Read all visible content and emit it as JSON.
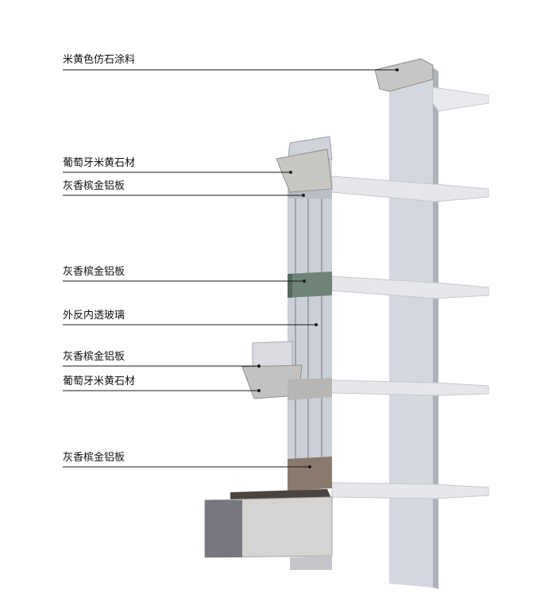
{
  "annotations": [
    {
      "id": "beige-stone-coating",
      "text": "米黄色仿石涂料"
    },
    {
      "id": "portuguese-beige-stone-1",
      "text": "葡萄牙米黄石材"
    },
    {
      "id": "gray-champagne-aluminum-1",
      "text": "灰香槟金铝板"
    },
    {
      "id": "gray-champagne-aluminum-2",
      "text": "灰香槟金铝板"
    },
    {
      "id": "reflective-glass",
      "text": "外反内透玻璃"
    },
    {
      "id": "gray-champagne-aluminum-3",
      "text": "灰香槟金铝板"
    },
    {
      "id": "portuguese-beige-stone-2",
      "text": "葡萄牙米黄石材"
    },
    {
      "id": "gray-champagne-aluminum-4",
      "text": "灰香槟金铝板"
    }
  ],
  "colors": {
    "concrete": "#d8dae0",
    "concrete_dark": "#b9bcc4",
    "glass": "#c9cdd6",
    "aluminum_band": "#6e8478",
    "stone": "#c4c2c0",
    "stone_dark": "#9a9896",
    "soil": "#4a4440",
    "leader": "#1a1a1a"
  }
}
